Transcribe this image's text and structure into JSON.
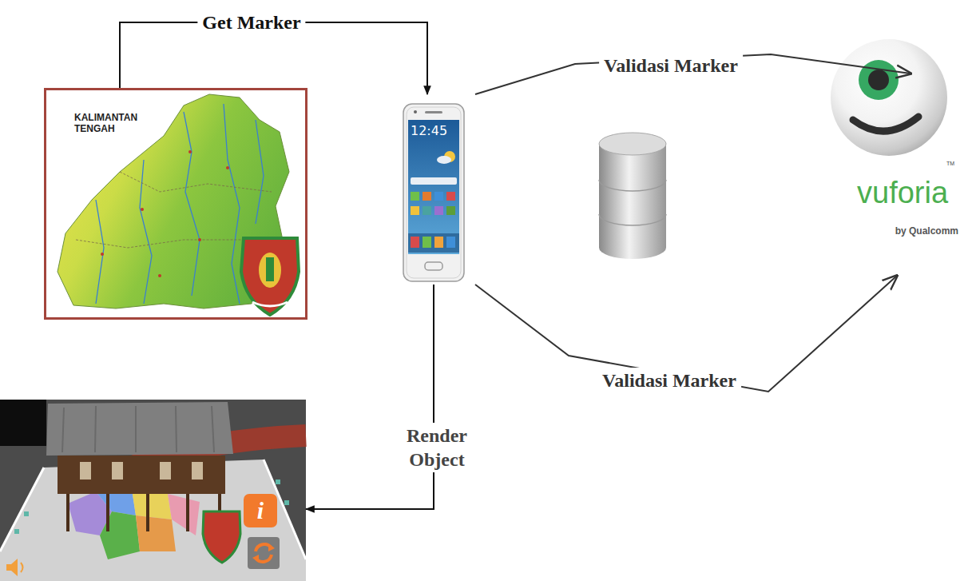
{
  "diagram": {
    "nodes": [
      {
        "text": [
          "KALIMANTAN TENGAH"
        ]
      },
      {
        "text": [
          "12:45"
        ]
      },
      {
        "text": [
          "vuforia",
          "by Qualcomm",
          "TM"
        ]
      },
      {
        "text": [
          "i"
        ]
      }
    ],
    "edges": [
      {
        "from": 0,
        "to": 1,
        "label": "Get Marker",
        "arrow": "to"
      },
      {
        "from": 1,
        "to": 2,
        "label": "Validasi Marker",
        "arrow": "to"
      },
      {
        "from": 1,
        "to": 2,
        "label": "Validasi Marker",
        "arrow": "to"
      },
      {
        "from": 1,
        "to": 3,
        "label": "Render Object",
        "arrow": "to"
      }
    ]
  }
}
